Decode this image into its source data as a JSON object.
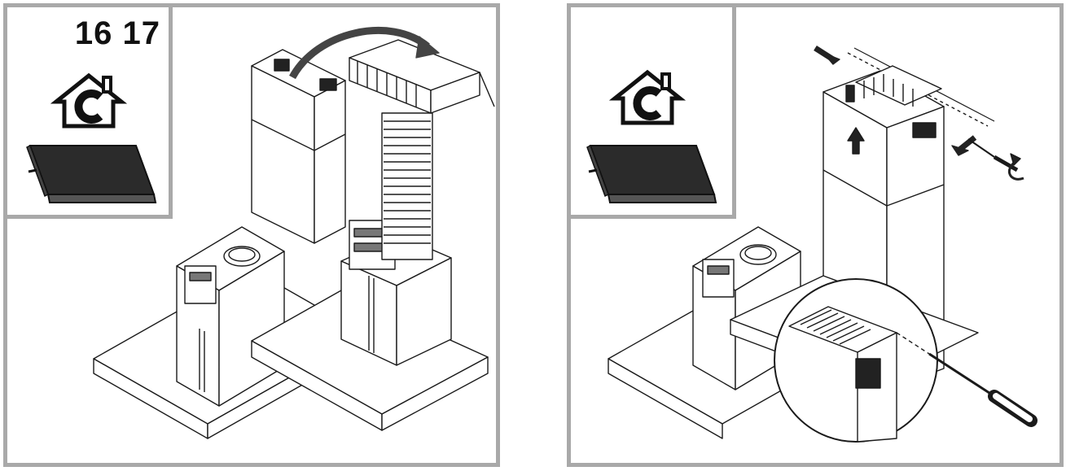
{
  "panels": [
    {
      "step_numbers": "16 17",
      "icon": "house-recirculation-icon",
      "filter": "charcoal-filter"
    },
    {
      "step_numbers": "",
      "icon": "house-recirculation-icon",
      "filter": "charcoal-filter"
    }
  ],
  "colors": {
    "frame": "#a9a9a9",
    "line": "#1a1a1a",
    "filter": "#2b2b2b"
  }
}
